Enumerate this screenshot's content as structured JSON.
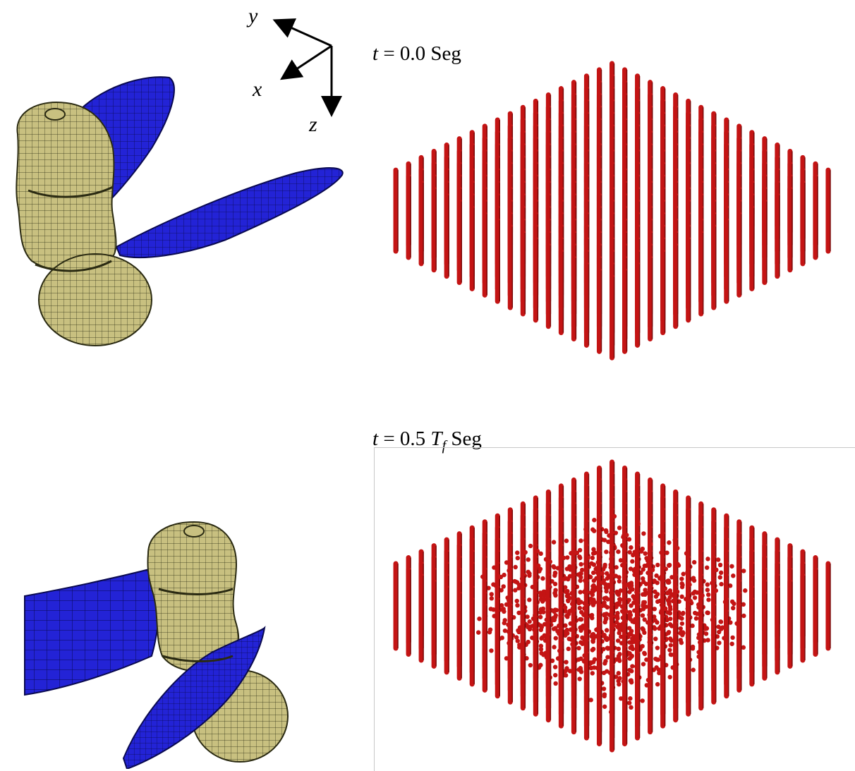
{
  "axes": {
    "y": "y",
    "x": "x",
    "z": "z"
  },
  "top": {
    "label_var": "t",
    "label_eq": " = 0.0  ",
    "label_unit": "Seg",
    "state": "ordered"
  },
  "bottom": {
    "label_var": "t",
    "label_eq": " = 0.5 ",
    "label_tf": "T",
    "label_tf_sub": "f",
    "label_unit": "Seg",
    "state": "disturbed"
  },
  "colors": {
    "blade": "#2323d6",
    "blade_mesh": "#0a0a50",
    "hub": "#c8c080",
    "hub_mesh": "#2a2a12",
    "particle": "#c41414",
    "particle_dark": "#7a0a0a"
  }
}
